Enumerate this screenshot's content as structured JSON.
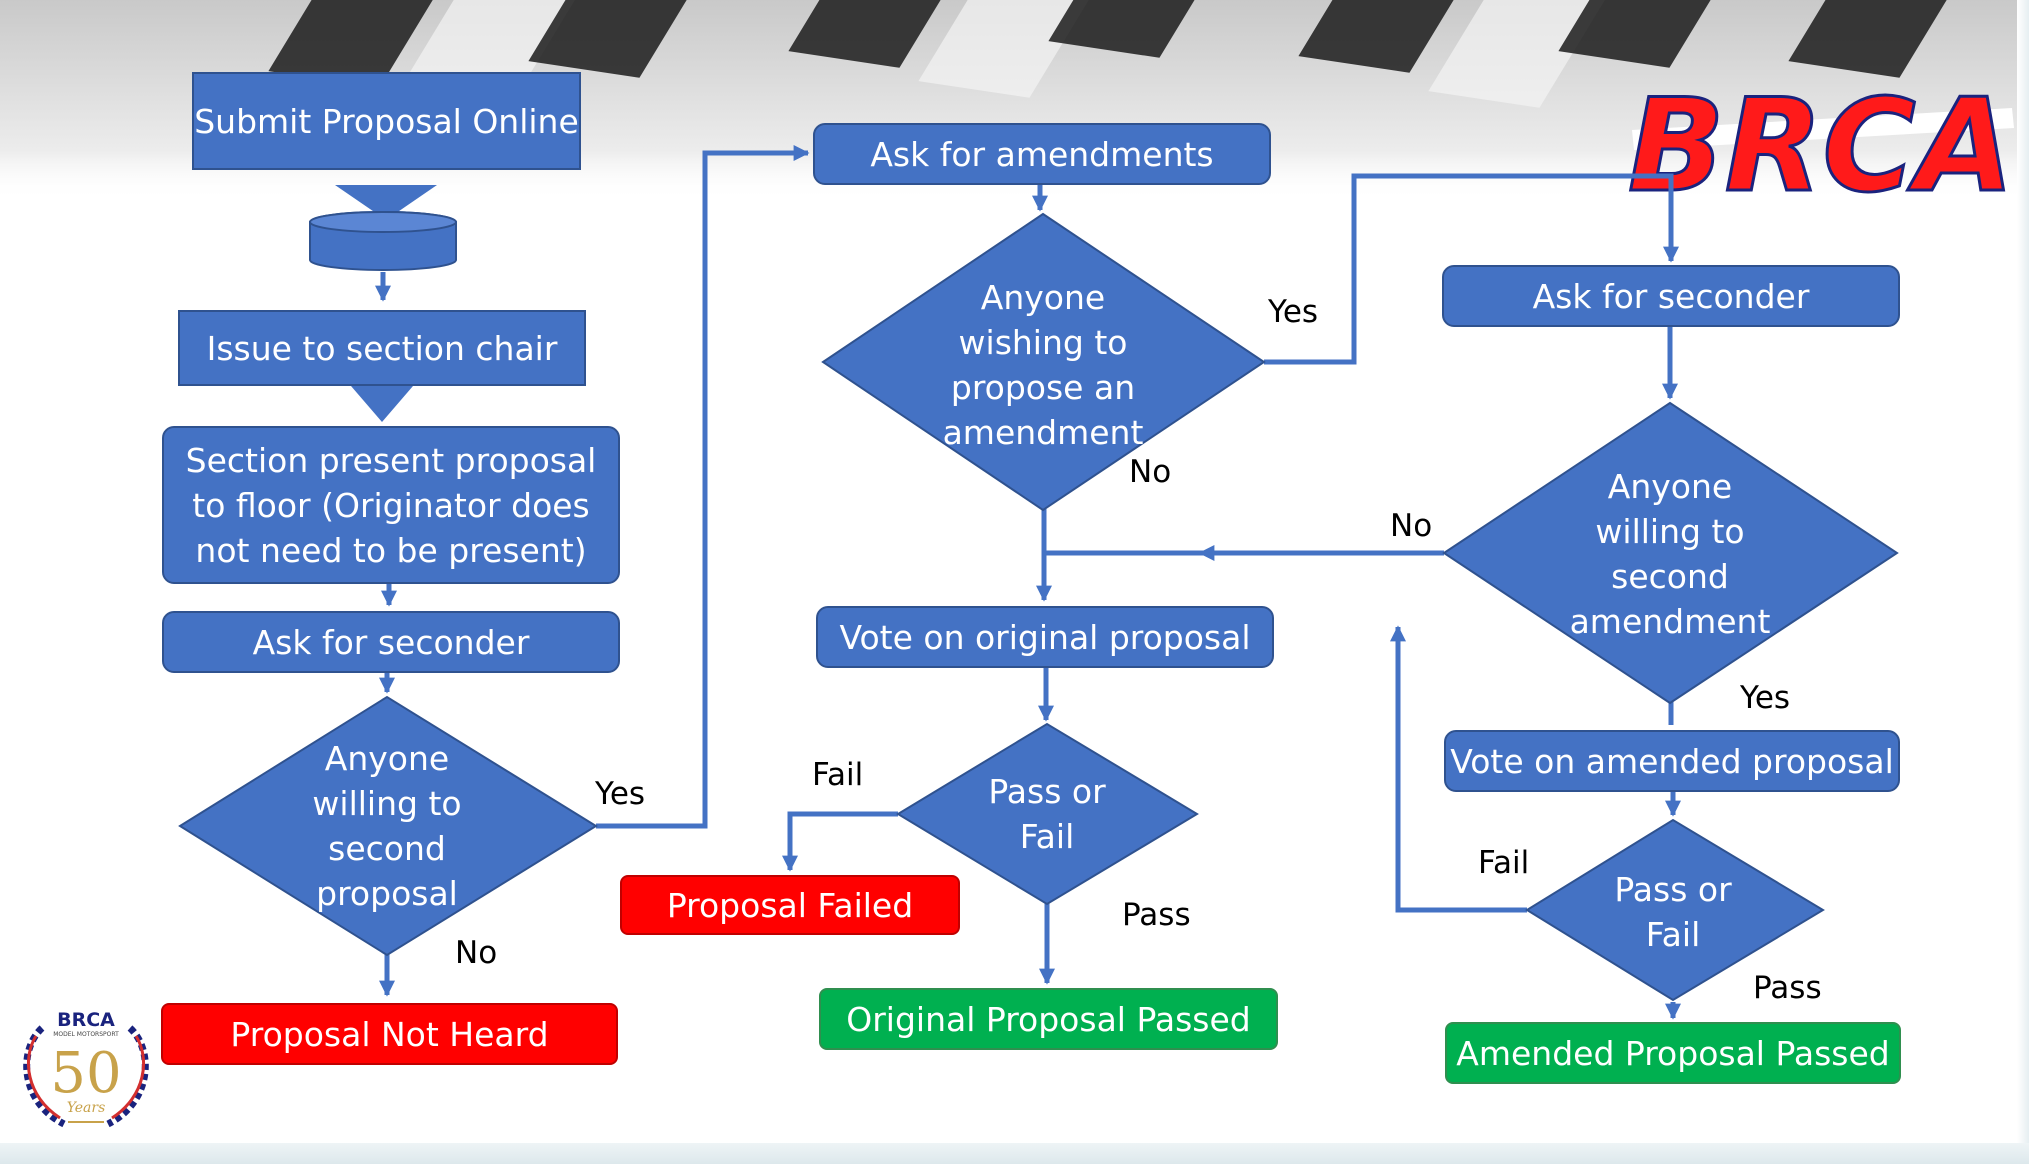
{
  "logo": {
    "text": "BRCA"
  },
  "badge": {
    "brand": "BRCA",
    "subtitle": "MODEL MOTORSPORT",
    "number": "50",
    "years": "Years"
  },
  "colors": {
    "box_blue": "#4472c4",
    "box_border": "#2f528f",
    "connector": "#4472c4",
    "failed_red": "#ff0000",
    "passed_green": "#00b050"
  },
  "nodes": {
    "submit": "Submit Proposal Online",
    "issue": "Issue to section chair",
    "present": "Section present proposal to floor (Originator does not need to be present)",
    "seconder_left": "Ask for seconder",
    "second_proposal": "Anyone willing to second proposal",
    "not_heard": "Proposal Not Heard",
    "amendments": "Ask for amendments",
    "wish_amend": "Anyone wishing to propose an amendment",
    "vote_original": "Vote on original proposal",
    "pass_fail_mid": "Pass or Fail",
    "proposal_failed": "Proposal Failed",
    "original_passed": "Original Proposal Passed",
    "seconder_right": "Ask for seconder",
    "second_amend": "Anyone willing to second amendment",
    "vote_amended": "Vote on amended proposal",
    "pass_fail_right": "Pass or Fail",
    "amended_passed": "Amended Proposal Passed"
  },
  "labels": {
    "yes_second_proposal": "Yes",
    "no_second_proposal": "No",
    "yes_wish_amend": "Yes",
    "no_wish_amend": "No",
    "no_second_amend": "No",
    "yes_second_amend": "Yes",
    "fail_mid": "Fail",
    "pass_mid": "Pass",
    "fail_right": "Fail",
    "pass_right": "Pass"
  }
}
